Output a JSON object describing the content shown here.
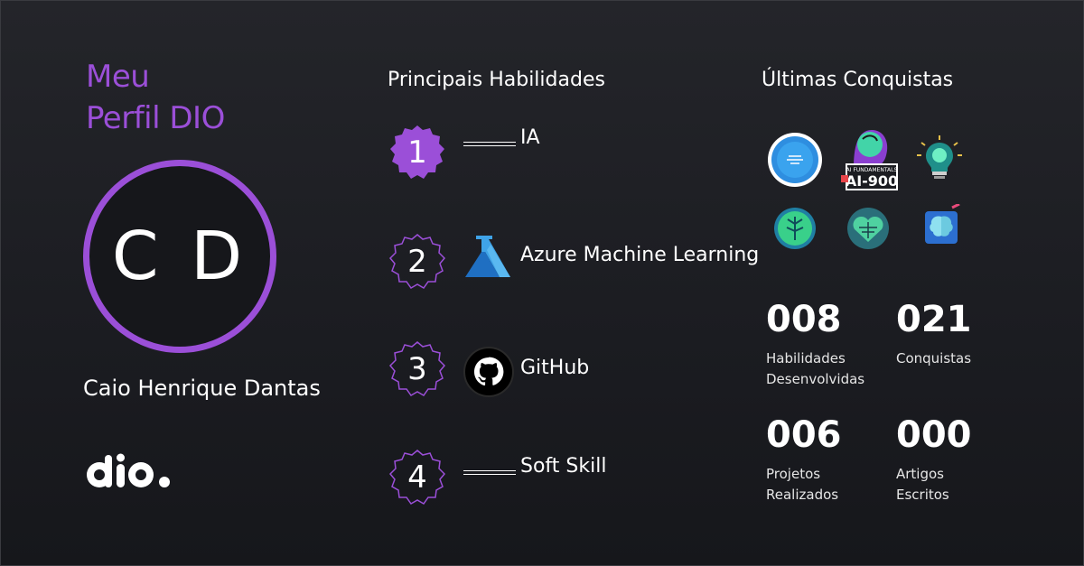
{
  "profile": {
    "title_line1": "Meu",
    "title_line2": "Perfil DIO",
    "initials": "C D",
    "name": "Caio Henrique Dantas"
  },
  "skills": {
    "title": "Principais Habilidades",
    "items": [
      {
        "rank": "1",
        "label": "IA",
        "logo": "line-placeholder-icon"
      },
      {
        "rank": "2",
        "label": "Azure Machine Learning",
        "logo": "azure-ml-icon"
      },
      {
        "rank": "3",
        "label": "GitHub",
        "logo": "github-icon"
      },
      {
        "rank": "4",
        "label": "Soft Skill",
        "logo": "line-placeholder-icon"
      }
    ]
  },
  "achievements": {
    "title": "Últimas Conquistas",
    "badge_text": {
      "ai900_top": "AI FUNDAMENTALS",
      "ai900_main": "AI-900"
    }
  },
  "stats": [
    {
      "value": "008",
      "desc_line1": "Habilidades",
      "desc_line2": "Desenvolvidas"
    },
    {
      "value": "021",
      "desc_line1": "Conquistas",
      "desc_line2": ""
    },
    {
      "value": "006",
      "desc_line1": "Projetos",
      "desc_line2": "Realizados"
    },
    {
      "value": "000",
      "desc_line1": "Artigos",
      "desc_line2": "Escritos"
    }
  ],
  "colors": {
    "accent": "#9b4fd8",
    "background": "#1b1c21"
  }
}
